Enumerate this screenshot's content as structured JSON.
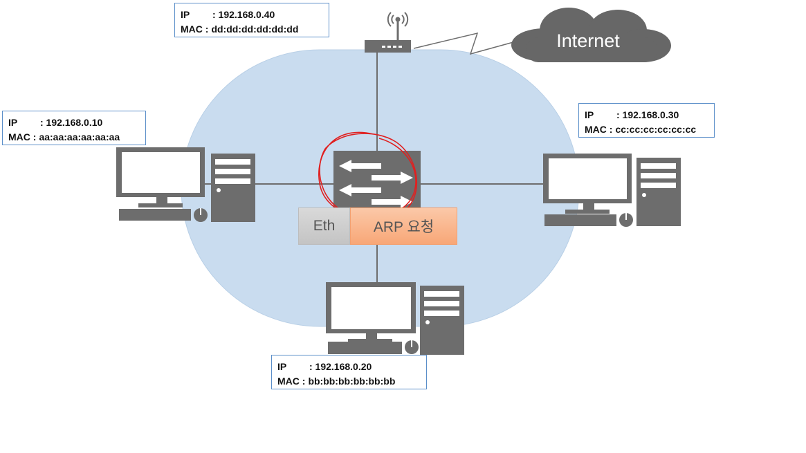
{
  "hosts": {
    "router": {
      "ip_label": "IP",
      "ip": ": 192.168.0.40",
      "mac_label": "MAC :",
      "mac": "dd:dd:dd:dd:dd:dd"
    },
    "host_a": {
      "ip_label": "IP",
      "ip": ": 192.168.0.10",
      "mac_label": "MAC :",
      "mac": "aa:aa:aa:aa:aa:aa"
    },
    "host_b": {
      "ip_label": "IP",
      "ip": ": 192.168.0.20",
      "mac_label": "MAC :",
      "mac": "bb:bb:bb:bb:bb:bb"
    },
    "host_c": {
      "ip_label": "IP",
      "ip": ": 192.168.0.30",
      "mac_label": "MAC :",
      "mac": "cc:cc:cc:cc:cc:cc"
    }
  },
  "cloud": {
    "label": "Internet"
  },
  "frame": {
    "eth": "Eth",
    "payload": "ARP 요청"
  },
  "colors": {
    "lan": "#c9dcef",
    "device": "#6d6d6d",
    "frame_header": "#d0d0d0",
    "frame_payload": "#f9b08a",
    "highlight": "#e02020",
    "box_border": "#5b8fc9"
  },
  "icons": [
    "router-icon",
    "switch-icon",
    "computer-icon",
    "cloud-icon"
  ]
}
